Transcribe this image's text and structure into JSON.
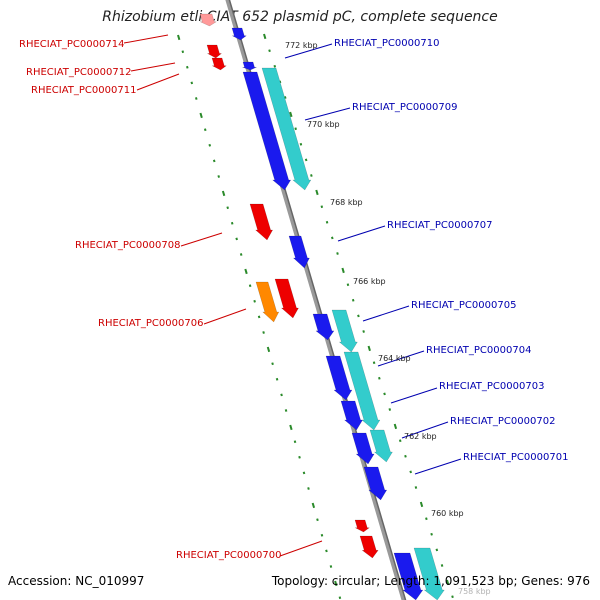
{
  "title": "Rhizobium etli CIAT 652 plasmid pC, complete sequence",
  "footer": {
    "accession_text": "Accession: NC_010997",
    "summary_text": "Topology: circular; Length: 1,091,523 bp; Genes: 976"
  },
  "colors": {
    "backbone": "#888888",
    "forward_gene": "#1a1aee",
    "reverse_gene": "#ee0000",
    "rna_gene": "#ff8800",
    "cds_feature": "#33cccc",
    "tick_marks": "#2a8a2a",
    "red_label": "#cc0000",
    "blue_label": "#0000b0"
  },
  "kbp_ticks": [
    "772 kbp",
    "770 kbp",
    "768 kbp",
    "766 kbp",
    "764 kbp",
    "762 kbp",
    "760 kbp",
    "758 kbp"
  ],
  "genes_left": [
    "RHECIAT_PC0000714",
    "RHECIAT_PC0000712",
    "RHECIAT_PC0000711",
    "RHECIAT_PC0000708",
    "RHECIAT_PC0000706",
    "RHECIAT_PC0000700"
  ],
  "genes_right": [
    "RHECIAT_PC0000710",
    "RHECIAT_PC0000709",
    "RHECIAT_PC0000707",
    "RHECIAT_PC0000705",
    "RHECIAT_PC0000704",
    "RHECIAT_PC0000703",
    "RHECIAT_PC0000702",
    "RHECIAT_PC0000701"
  ]
}
